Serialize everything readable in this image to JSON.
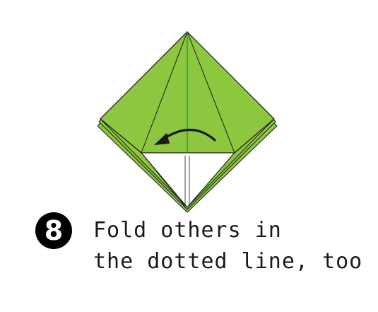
{
  "step": {
    "number": "8"
  },
  "caption": {
    "line1": "Fold others in",
    "line2": "the dotted line, too"
  },
  "colors": {
    "paper_green": "#8dc63f",
    "paper_white": "#ffffff",
    "outline": "#1a1a1a",
    "center_crease": "#1a9a50",
    "badge": "#000000"
  },
  "icons": {
    "fold_arrow": "curved-arrow-left-icon"
  }
}
